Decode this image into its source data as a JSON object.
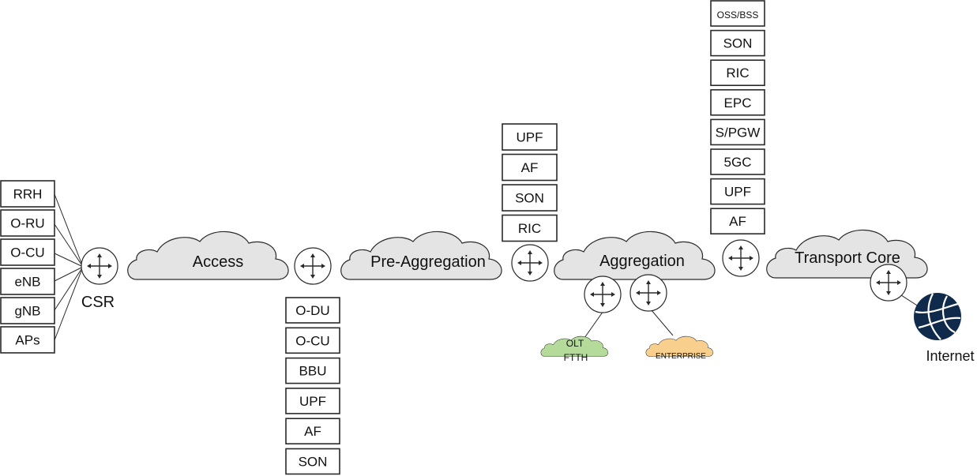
{
  "clouds": {
    "access": "Access",
    "pre_aggregation": "Pre-Aggregation",
    "aggregation": "Aggregation",
    "transport_core": "Transport Core",
    "olt_line1": "OLT",
    "olt_line2": "FTTH",
    "enterprise": "ENTERPRISE"
  },
  "labels": {
    "csr": "CSR",
    "internet": "Internet"
  },
  "cell_site_stack": [
    "RRH",
    "O-RU",
    "O-CU",
    "eNB",
    "gNB",
    "APs"
  ],
  "access_stack": [
    "O-DU",
    "O-CU",
    "BBU",
    "UPF",
    "AF",
    "SON"
  ],
  "pre_aggregation_stack": [
    "UPF",
    "AF",
    "SON",
    "RIC"
  ],
  "core_stack": [
    "OSS/BSS",
    "SON",
    "RIC",
    "EPC",
    "S/PGW",
    "5GC",
    "UPF",
    "AF"
  ],
  "colors": {
    "cloud_fill": "#e4e4e4",
    "olt_fill": "#b5db9b",
    "enterprise_fill": "#f8cf8c",
    "globe": "#0f2a4a",
    "stroke": "#2a2a2a"
  }
}
